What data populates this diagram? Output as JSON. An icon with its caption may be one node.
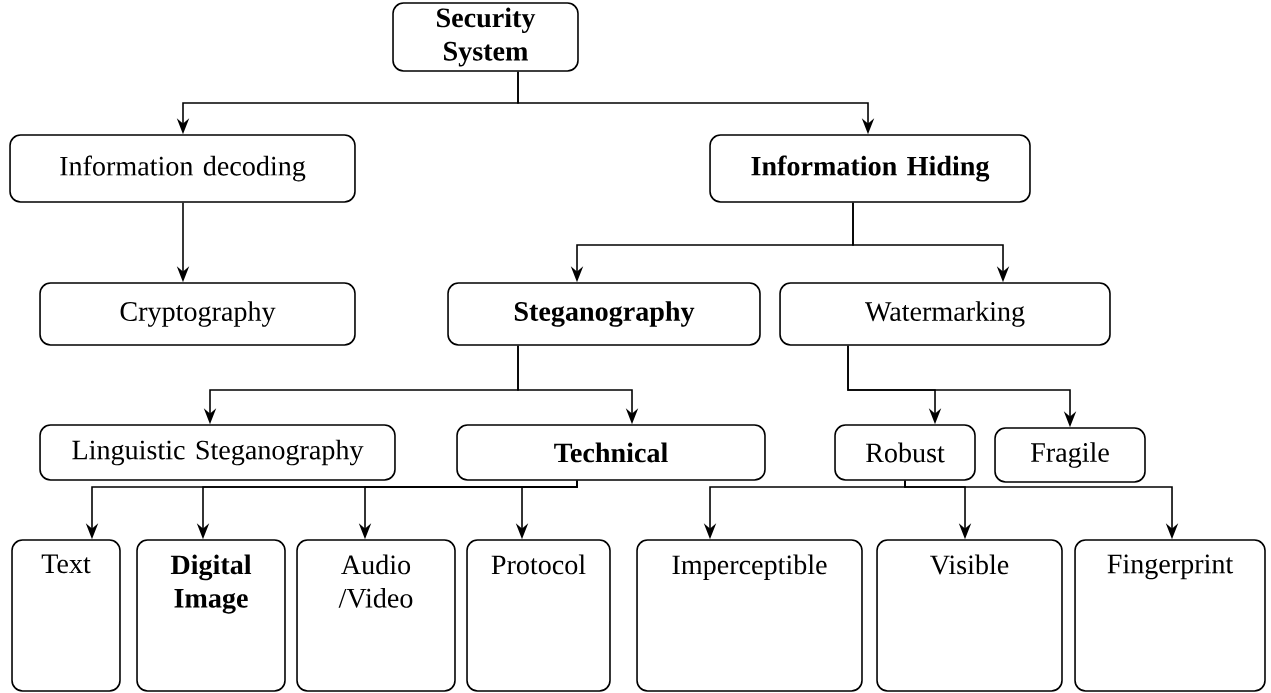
{
  "diagram": {
    "nodes": [
      {
        "text": [
          "Security System"
        ]
      },
      {
        "text": [
          "Information decoding"
        ]
      },
      {
        "text": [
          "Information Hiding"
        ]
      },
      {
        "text": [
          "Cryptography"
        ]
      },
      {
        "text": [
          "Steganography"
        ]
      },
      {
        "text": [
          "Watermarking"
        ]
      },
      {
        "text": [
          "Linguistic Steganography"
        ]
      },
      {
        "text": [
          "Technical"
        ]
      },
      {
        "text": [
          "Robust"
        ]
      },
      {
        "text": [
          "Fragile"
        ]
      },
      {
        "text": [
          "Text"
        ]
      },
      {
        "text": [
          "Digital Image"
        ]
      },
      {
        "text": [
          "Audio /Video"
        ]
      },
      {
        "text": [
          "Protocol"
        ]
      },
      {
        "text": [
          "Imperceptible"
        ]
      },
      {
        "text": [
          "Visible"
        ]
      },
      {
        "text": [
          "Fingerprint"
        ]
      }
    ],
    "edges": [
      {
        "from": 0,
        "to": 1,
        "arrow": "to"
      },
      {
        "from": 0,
        "to": 2,
        "arrow": "to"
      },
      {
        "from": 1,
        "to": 3,
        "arrow": "to"
      },
      {
        "from": 2,
        "to": 4,
        "arrow": "to"
      },
      {
        "from": 2,
        "to": 5,
        "arrow": "to"
      },
      {
        "from": 4,
        "to": 6,
        "arrow": "to"
      },
      {
        "from": 4,
        "to": 7,
        "arrow": "to"
      },
      {
        "from": 5,
        "to": 8,
        "arrow": "to"
      },
      {
        "from": 5,
        "to": 9,
        "arrow": "to"
      },
      {
        "from": 7,
        "to": 10,
        "arrow": "to"
      },
      {
        "from": 7,
        "to": 11,
        "arrow": "to"
      },
      {
        "from": 7,
        "to": 12,
        "arrow": "to"
      },
      {
        "from": 7,
        "to": 13,
        "arrow": "to"
      },
      {
        "from": 8,
        "to": 14,
        "arrow": "to"
      },
      {
        "from": 8,
        "to": 15,
        "arrow": "to"
      },
      {
        "from": 8,
        "to": 16,
        "arrow": "to"
      }
    ]
  }
}
